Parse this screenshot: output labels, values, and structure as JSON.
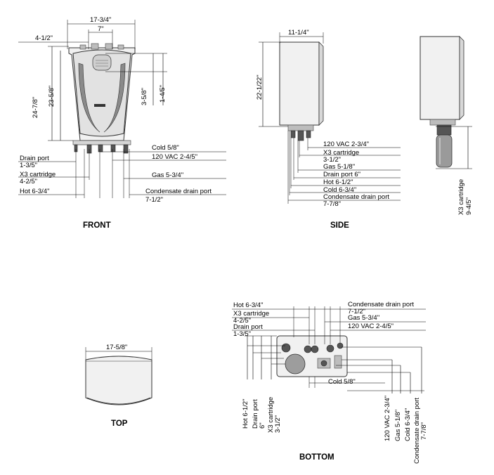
{
  "views": {
    "front": {
      "caption": "FRONT",
      "width": "17-3/4\"",
      "inner_width": "7\"",
      "left_offset": "4-1/2\"",
      "height_total": "24-7/8\"",
      "height_body": "23-5/8\"",
      "vent_3": "3-5/8\"",
      "vent_1": "1-4/5\"",
      "drain_port_label": "Drain port",
      "drain_port_value": "1-3/5\"",
      "x3_label": "X3 cartridge",
      "x3_value": "4-2/5\"",
      "hot": "Hot 6-3/4\"",
      "cold": "Cold 5/8\"",
      "vac": "120 VAC 2-4/5\"",
      "gas": "Gas 5-3/4\"",
      "condensate_label": "Condensate drain port",
      "condensate_value": "7-1/2\""
    },
    "side": {
      "caption": "SIDE",
      "depth": "11-1/4\"",
      "height": "22-1/22\"",
      "vac": "120 VAC 2-3/4\"",
      "x3_label": "X3 cartridge",
      "x3_value": "3-1/2\"",
      "gas": "Gas 5-1/8\"",
      "drain": "Drain port 6\"",
      "hot": "Hot 6-1/2\"",
      "cold": "Cold 6-3/4\"",
      "condensate_label": "Condensate drain port",
      "condensate_value": "7-7/8\"",
      "x3_side_label": "X3 cartridge",
      "x3_side_value": "9-4/5\""
    },
    "top": {
      "caption": "TOP",
      "width": "17-5/8\""
    },
    "bottom": {
      "caption": "BOTTOM",
      "hot": "Hot 6-3/4\"",
      "x3_label": "X3 cartridge",
      "x3_value": "4-2/5\"",
      "drain_label": "Drain port",
      "drain_value": "1-3/5\"",
      "condensate_label": "Condensate drain port",
      "condensate_value": "7-1/2\"",
      "gas": "Gas 5-3/4\"",
      "vac": "120 VAC 2-4/5\"",
      "cold": "Cold 5/8\"",
      "v_hot": "Hot 6-1/2\"",
      "v_drain_label": "Drain port",
      "v_drain_value": "6\"",
      "v_x3_label": "X3 cartridge",
      "v_x3_value": "3-1/2\"",
      "v_vac": "120 VAC 2-3/4\"",
      "v_gas": "Gas 5-1/8\"",
      "v_cold": "Cold 6-3/4\"",
      "v_condensate_label": "Condensate drain port",
      "v_condensate_value": "7-7/8\""
    }
  }
}
